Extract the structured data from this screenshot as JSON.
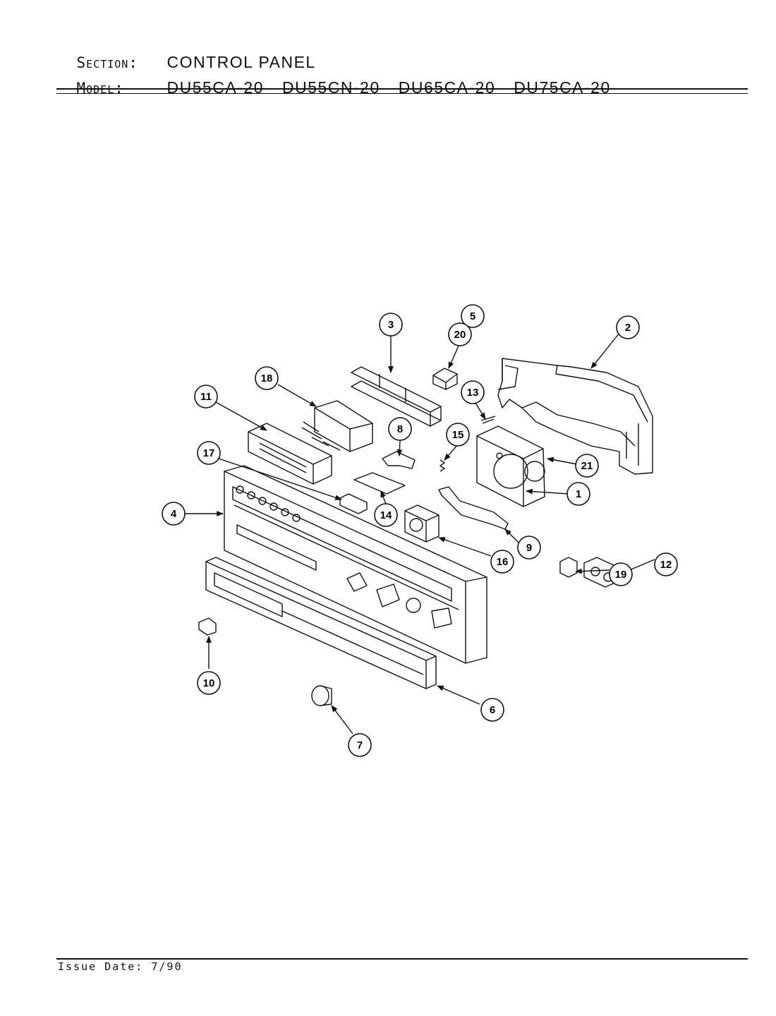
{
  "header": {
    "section_label": "Section:",
    "section_value": "CONTROL PANEL",
    "model_label": "Model:",
    "models": [
      "DU55CA-20",
      "DU55CN-20",
      "DU65CA-20",
      "DU75CA-20"
    ]
  },
  "callouts": [
    {
      "id": "c1",
      "label": "1"
    },
    {
      "id": "c2",
      "label": "2"
    },
    {
      "id": "c3",
      "label": "3"
    },
    {
      "id": "c4",
      "label": "4"
    },
    {
      "id": "c5",
      "label": "5"
    },
    {
      "id": "c6",
      "label": "6"
    },
    {
      "id": "c7",
      "label": "7"
    },
    {
      "id": "c8",
      "label": "8"
    },
    {
      "id": "c9",
      "label": "9"
    },
    {
      "id": "c10",
      "label": "10"
    },
    {
      "id": "c11",
      "label": "11"
    },
    {
      "id": "c12",
      "label": "12"
    },
    {
      "id": "c13",
      "label": "13"
    },
    {
      "id": "c14",
      "label": "14"
    },
    {
      "id": "c15",
      "label": "15"
    },
    {
      "id": "c16",
      "label": "16"
    },
    {
      "id": "c17",
      "label": "17"
    },
    {
      "id": "c18",
      "label": "18"
    },
    {
      "id": "c19",
      "label": "19"
    },
    {
      "id": "c20",
      "label": "20"
    },
    {
      "id": "c21",
      "label": "21"
    }
  ],
  "footer": {
    "issue_label": "Issue Date:",
    "issue_date": "7/90"
  }
}
